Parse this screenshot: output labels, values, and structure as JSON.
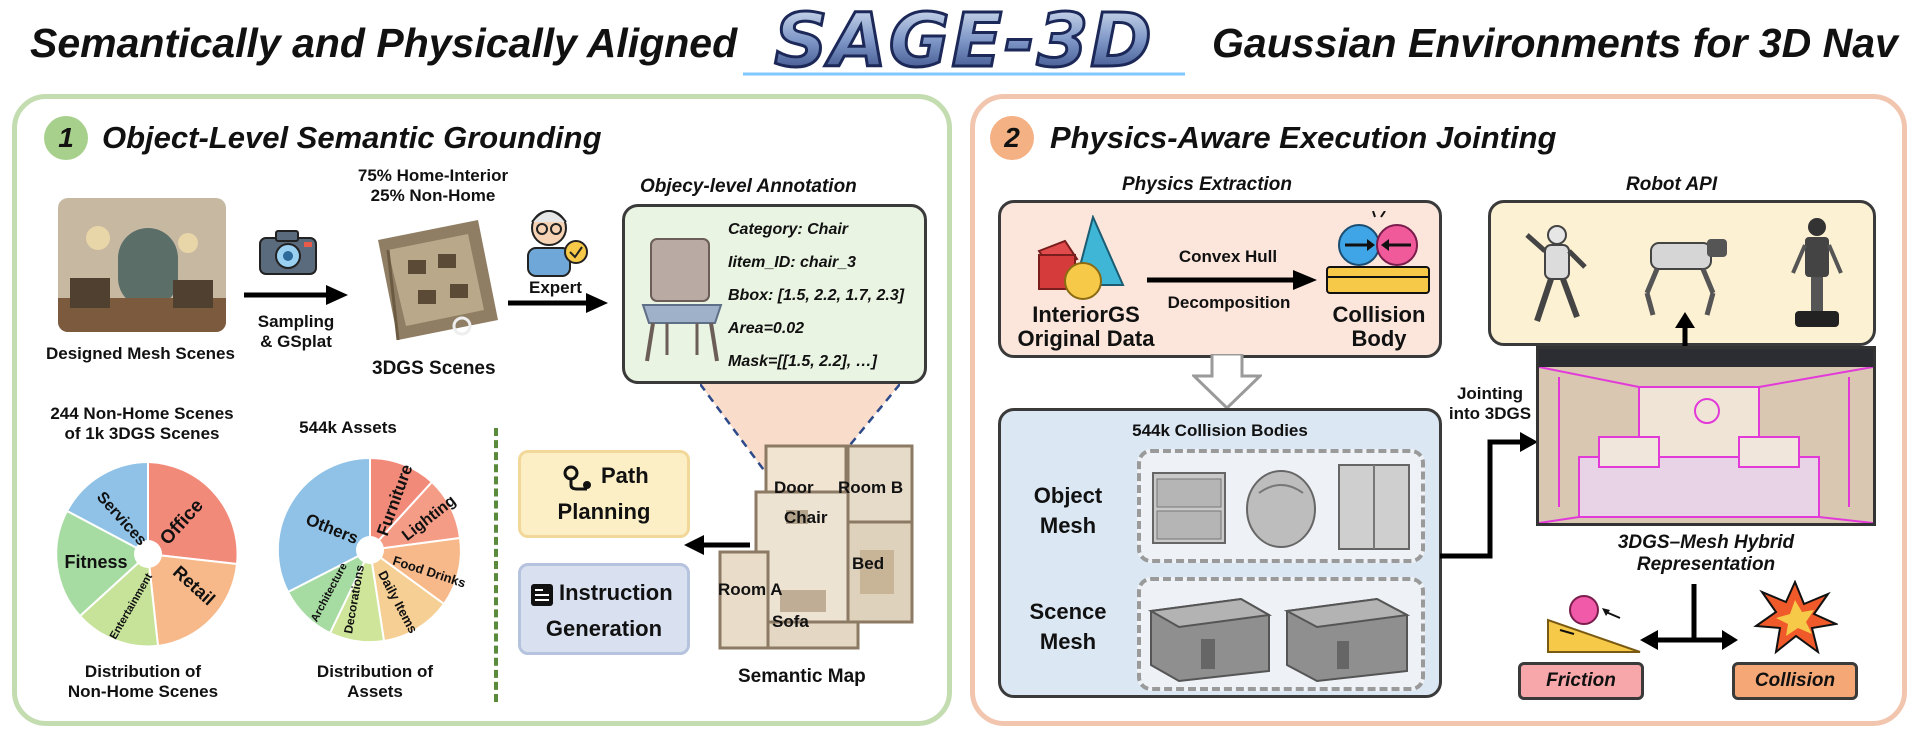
{
  "header": {
    "title_left": "Semantically and Physically Aligned",
    "title_right": "Gaussian Environments for 3D Nav",
    "logo_text": "SAGE-3D"
  },
  "left_panel": {
    "badge": "1",
    "title": "Object-Level Semantic Grounding",
    "designed_mesh_label": "Designed Mesh Scenes",
    "sampling_label_1": "Sampling",
    "sampling_label_2": "& GSplat",
    "split_line_1": "75% Home-Interior",
    "split_line_2": "25% Non-Home",
    "scenes_3dgs_label": "3DGS Scenes",
    "expert_label": "Expert",
    "annotation": {
      "title": "Objecy-level Annotation",
      "lines": [
        "Category: Chair",
        "Iitem_ID: chair_3",
        "Bbox: [1.5, 2.2, 1.7, 2.3]",
        "Area=0.02",
        "Mask=[[1.5, 2.2], …]"
      ]
    },
    "pie_nonhome": {
      "top_line_1": "244 Non-Home Scenes",
      "top_line_2": "of 1k 3DGS Scenes",
      "slices": [
        "Services",
        "Office",
        "Retail",
        "Entertainment",
        "Fitness"
      ],
      "bottom_line_1": "Distribution of",
      "bottom_line_2": "Non-Home Scenes"
    },
    "pie_assets": {
      "top_line": "544k Assets",
      "slices": [
        "Furniture",
        "Lighting",
        "Food Drinks",
        "Daily Items",
        "Decorations",
        "Architecture",
        "Others"
      ],
      "bottom_line_1": "Distribution of",
      "bottom_line_2": "Assets"
    },
    "path_planning": {
      "line_1": "Path",
      "line_2": "Planning"
    },
    "instruction": {
      "line_1": "Instruction",
      "line_2": "Generation"
    },
    "semantic_map": {
      "label": "Semantic Map",
      "rooms": [
        "Door",
        "Room B",
        "Chair",
        "Bed",
        "Room A",
        "Sofa"
      ]
    }
  },
  "right_panel": {
    "badge": "2",
    "title": "Physics-Aware Execution Jointing",
    "physics_extraction": {
      "title": "Physics Extraction",
      "source_line_1": "InteriorGS",
      "source_line_2": "Original Data",
      "arrow_line_1": "Convex Hull",
      "arrow_line_2": "Decomposition",
      "target_line_1": "Collision",
      "target_line_2": "Body"
    },
    "collision_bodies": {
      "title": "544k Collision Bodies",
      "object_line_1": "Object",
      "object_line_2": "Mesh",
      "scene_line_1": "Scence",
      "scene_line_2": "Mesh"
    },
    "jointing_line_1": "Jointing",
    "jointing_line_2": "into 3DGS",
    "robot_api_title": "Robot API",
    "hybrid_line_1": "3DGS–Mesh Hybrid",
    "hybrid_line_2": "Representation",
    "friction_label": "Friction",
    "collision_label": "Collision"
  },
  "colors": {
    "left_border": "#c3dcb0",
    "right_border": "#f2c6ae",
    "badge_left": "#a8d08d",
    "badge_right": "#f4b183",
    "annotation_bg": "#eaf4e3",
    "physics_bg": "#fce6db",
    "robot_bg": "#fcf1d2",
    "collision_bg": "#dbe7f3",
    "friction_tag": "#f7a7aa",
    "collision_tag": "#f6a776"
  }
}
